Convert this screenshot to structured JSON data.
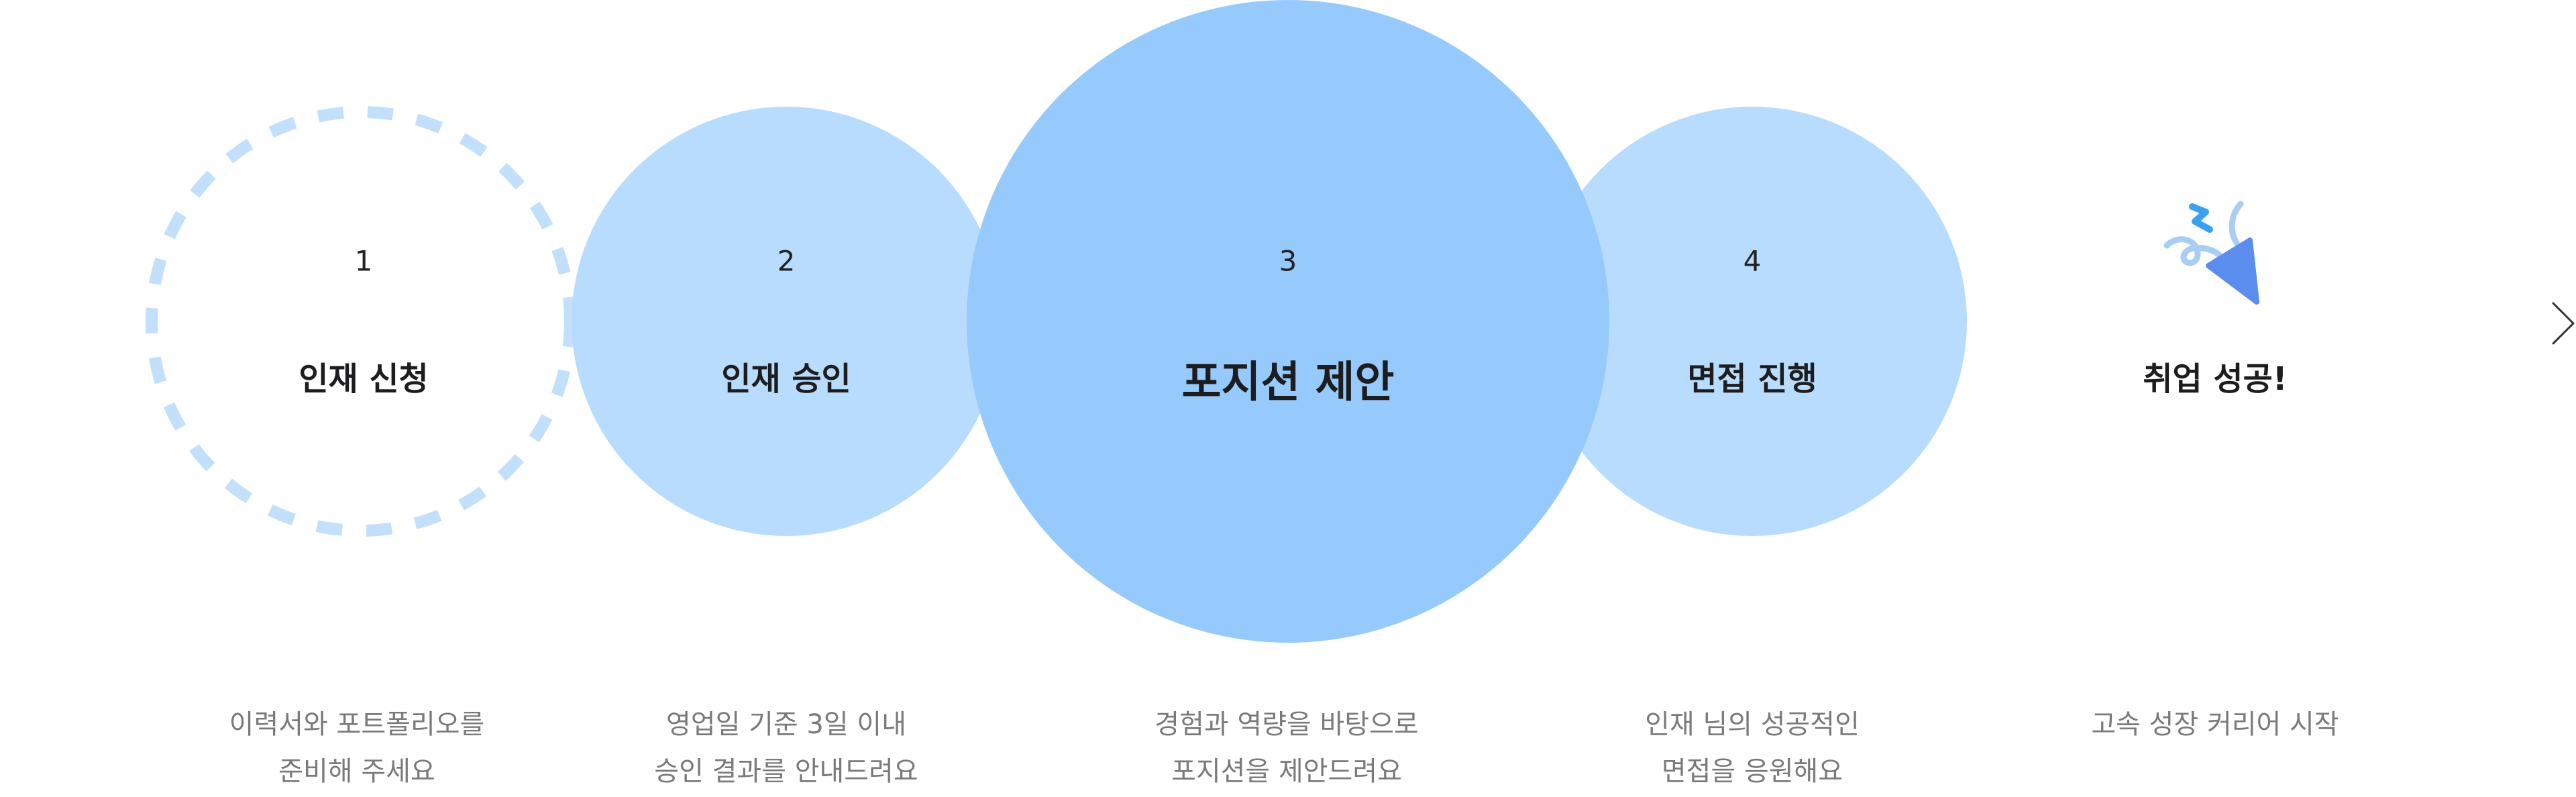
{
  "colors": {
    "circle_light": "#b8dcfd",
    "circle_primary": "#96cafc",
    "circle_dashed": "#c2e0fb",
    "arrow_line": "#333333",
    "number_text": "#222222",
    "title_text": "#1d1d1f",
    "desc_text": "#7a7a7a",
    "icon_blue": "#5b8def",
    "icon_light": "#a9cdf5",
    "icon_bolt": "#3aa0f0"
  },
  "steps": [
    {
      "number": "1",
      "title": "인재 신청",
      "desc_line1": "이력서와 포트폴리오를",
      "desc_line2": "준비해 주세요",
      "style": "dashed"
    },
    {
      "number": "2",
      "title": "인재 승인",
      "desc_line1": "영업일 기준 3일 이내",
      "desc_line2": "승인 결과를 안내드려요",
      "style": "light"
    },
    {
      "number": "3",
      "title": "포지션 제안",
      "desc_line1": "경험과 역량을 바탕으로",
      "desc_line2": "포지션을 제안드려요",
      "style": "primary"
    },
    {
      "number": "4",
      "title": "면접 진행",
      "desc_line1": "인재 님의 성공적인",
      "desc_line2": "면접을 응원해요",
      "style": "light"
    },
    {
      "number": "",
      "title": "취업 성공!",
      "desc_line1": "고속 성장 커리어 시작",
      "desc_line2": "",
      "style": "icon",
      "icon": "party-popper-icon"
    }
  ]
}
